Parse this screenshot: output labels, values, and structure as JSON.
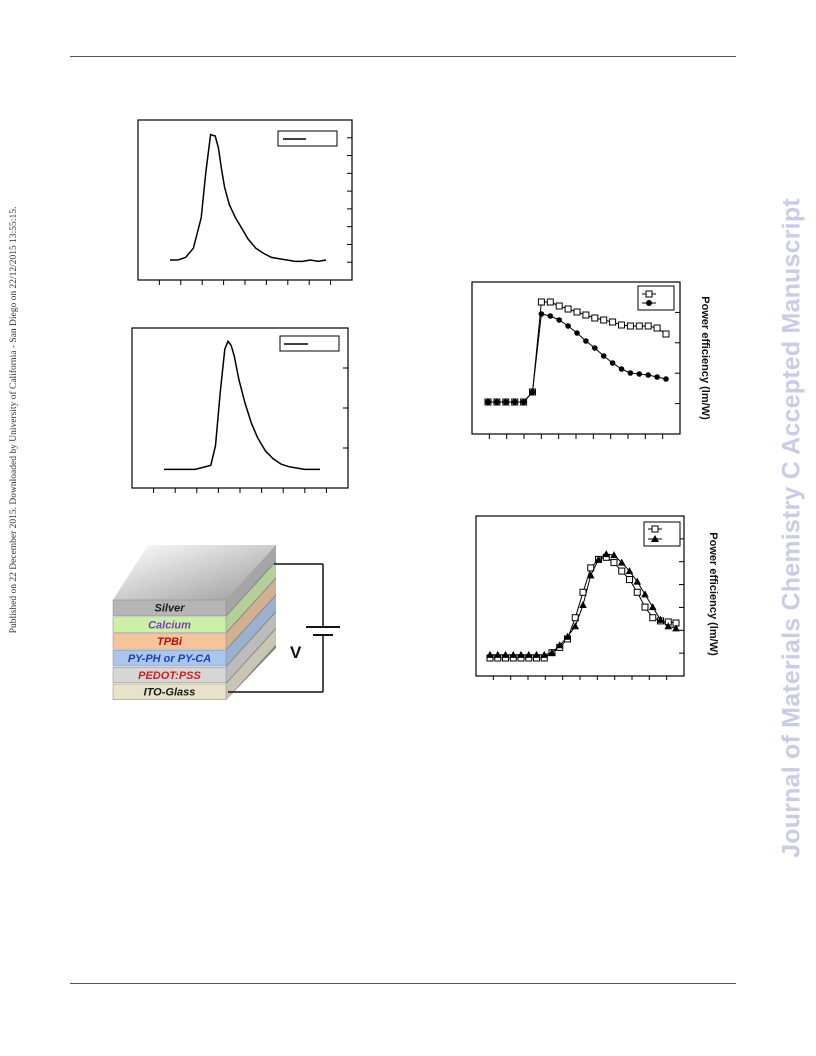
{
  "header": {
    "rule": true
  },
  "sidebar": {
    "published_line": "Published on 22 December 2015. Downloaded by University of California - San Diego on 22/12/2015 13:55:15."
  },
  "watermark": {
    "text": "Journal of Materials Chemistry C Accepted Manuscript"
  },
  "device": {
    "layers": [
      {
        "label": "Silver",
        "color": "#1a1a1a",
        "fill": "#b5b5b5"
      },
      {
        "label": "Calcium",
        "color": "#7a3fb0",
        "fill": "#ccf0a6"
      },
      {
        "label": "TPBi",
        "color": "#b01010",
        "fill": "#f5c49a"
      },
      {
        "label": "PY-PH or PY-CA",
        "color": "#1f3fa8",
        "fill": "#a8c6ee"
      },
      {
        "label": "PEDOT:PSS",
        "color": "#d21c1c",
        "fill": "#d6d6d6"
      },
      {
        "label": "ITO-Glass",
        "color": "#1a1a1a",
        "fill": "#e8e2c8"
      }
    ],
    "voltage_label": "V"
  },
  "chart_data": [
    {
      "type": "line",
      "panel": "spectrum-top",
      "x": [
        0,
        0.05,
        0.1,
        0.15,
        0.2,
        0.23,
        0.26,
        0.29,
        0.31,
        0.33,
        0.35,
        0.38,
        0.42,
        0.46,
        0.5,
        0.55,
        0.6,
        0.65,
        0.7,
        0.75,
        0.8,
        0.85,
        0.9,
        0.95,
        1.0
      ],
      "series": [
        {
          "values": [
            0.03,
            0.03,
            0.05,
            0.12,
            0.35,
            0.7,
            0.98,
            0.97,
            0.88,
            0.72,
            0.58,
            0.45,
            0.35,
            0.27,
            0.19,
            0.12,
            0.08,
            0.05,
            0.04,
            0.03,
            0.02,
            0.02,
            0.03,
            0.02,
            0.03
          ]
        }
      ],
      "legend": "top-right",
      "grid": false
    },
    {
      "type": "line",
      "panel": "spectrum-middle",
      "x": [
        0,
        0.1,
        0.2,
        0.3,
        0.33,
        0.36,
        0.39,
        0.41,
        0.43,
        0.45,
        0.48,
        0.52,
        0.56,
        0.6,
        0.65,
        0.7,
        0.75,
        0.8,
        0.85,
        0.9,
        0.95,
        1.0
      ],
      "series": [
        {
          "values": [
            0.02,
            0.02,
            0.02,
            0.05,
            0.2,
            0.6,
            0.93,
            0.99,
            0.96,
            0.88,
            0.7,
            0.52,
            0.37,
            0.26,
            0.16,
            0.1,
            0.06,
            0.04,
            0.03,
            0.02,
            0.02,
            0.02
          ]
        }
      ],
      "legend": "top-right",
      "grid": false
    },
    {
      "type": "line",
      "panel": "efficiency-top",
      "ylabel": "Power efficiency (lm/W)",
      "x": [
        0,
        1,
        2,
        3,
        4,
        5,
        6,
        7,
        8,
        9,
        10,
        11,
        12,
        13,
        14,
        15,
        16,
        17,
        18,
        19,
        20
      ],
      "series": [
        {
          "marker": "open-square",
          "values": [
            0,
            0,
            0,
            0,
            0,
            0.1,
            1.0,
            1.0,
            0.96,
            0.93,
            0.9,
            0.87,
            0.84,
            0.82,
            0.8,
            0.77,
            0.76,
            0.76,
            0.76,
            0.74,
            0.68
          ]
        },
        {
          "marker": "filled-circle",
          "values": [
            0,
            0,
            0,
            0,
            0,
            0.1,
            0.88,
            0.86,
            0.82,
            0.76,
            0.69,
            0.61,
            0.54,
            0.46,
            0.39,
            0.33,
            0.29,
            0.28,
            0.27,
            0.25,
            0.23
          ]
        }
      ],
      "legend": "top-right",
      "grid": false
    },
    {
      "type": "line",
      "panel": "efficiency-bottom",
      "ylabel": "Power efficiency (lm/W)",
      "x": [
        0,
        1,
        2,
        3,
        4,
        5,
        6,
        7,
        8,
        9,
        10,
        11,
        12,
        13,
        14,
        15,
        16,
        17,
        18,
        19,
        20,
        21,
        22,
        23,
        24
      ],
      "series": [
        {
          "marker": "open-square",
          "values": [
            0,
            0,
            0,
            0,
            0,
            0,
            0,
            0,
            0.05,
            0.1,
            0.18,
            0.38,
            0.62,
            0.85,
            0.93,
            0.95,
            0.9,
            0.82,
            0.74,
            0.62,
            0.48,
            0.38,
            0.35,
            0.34,
            0.33
          ]
        },
        {
          "marker": "filled-triangle",
          "values": [
            0.03,
            0.03,
            0.03,
            0.03,
            0.03,
            0.03,
            0.03,
            0.03,
            0.05,
            0.12,
            0.2,
            0.3,
            0.5,
            0.78,
            0.93,
            0.98,
            0.97,
            0.9,
            0.82,
            0.72,
            0.6,
            0.48,
            0.36,
            0.3,
            0.28
          ]
        }
      ],
      "legend": "top-right",
      "grid": false
    }
  ]
}
